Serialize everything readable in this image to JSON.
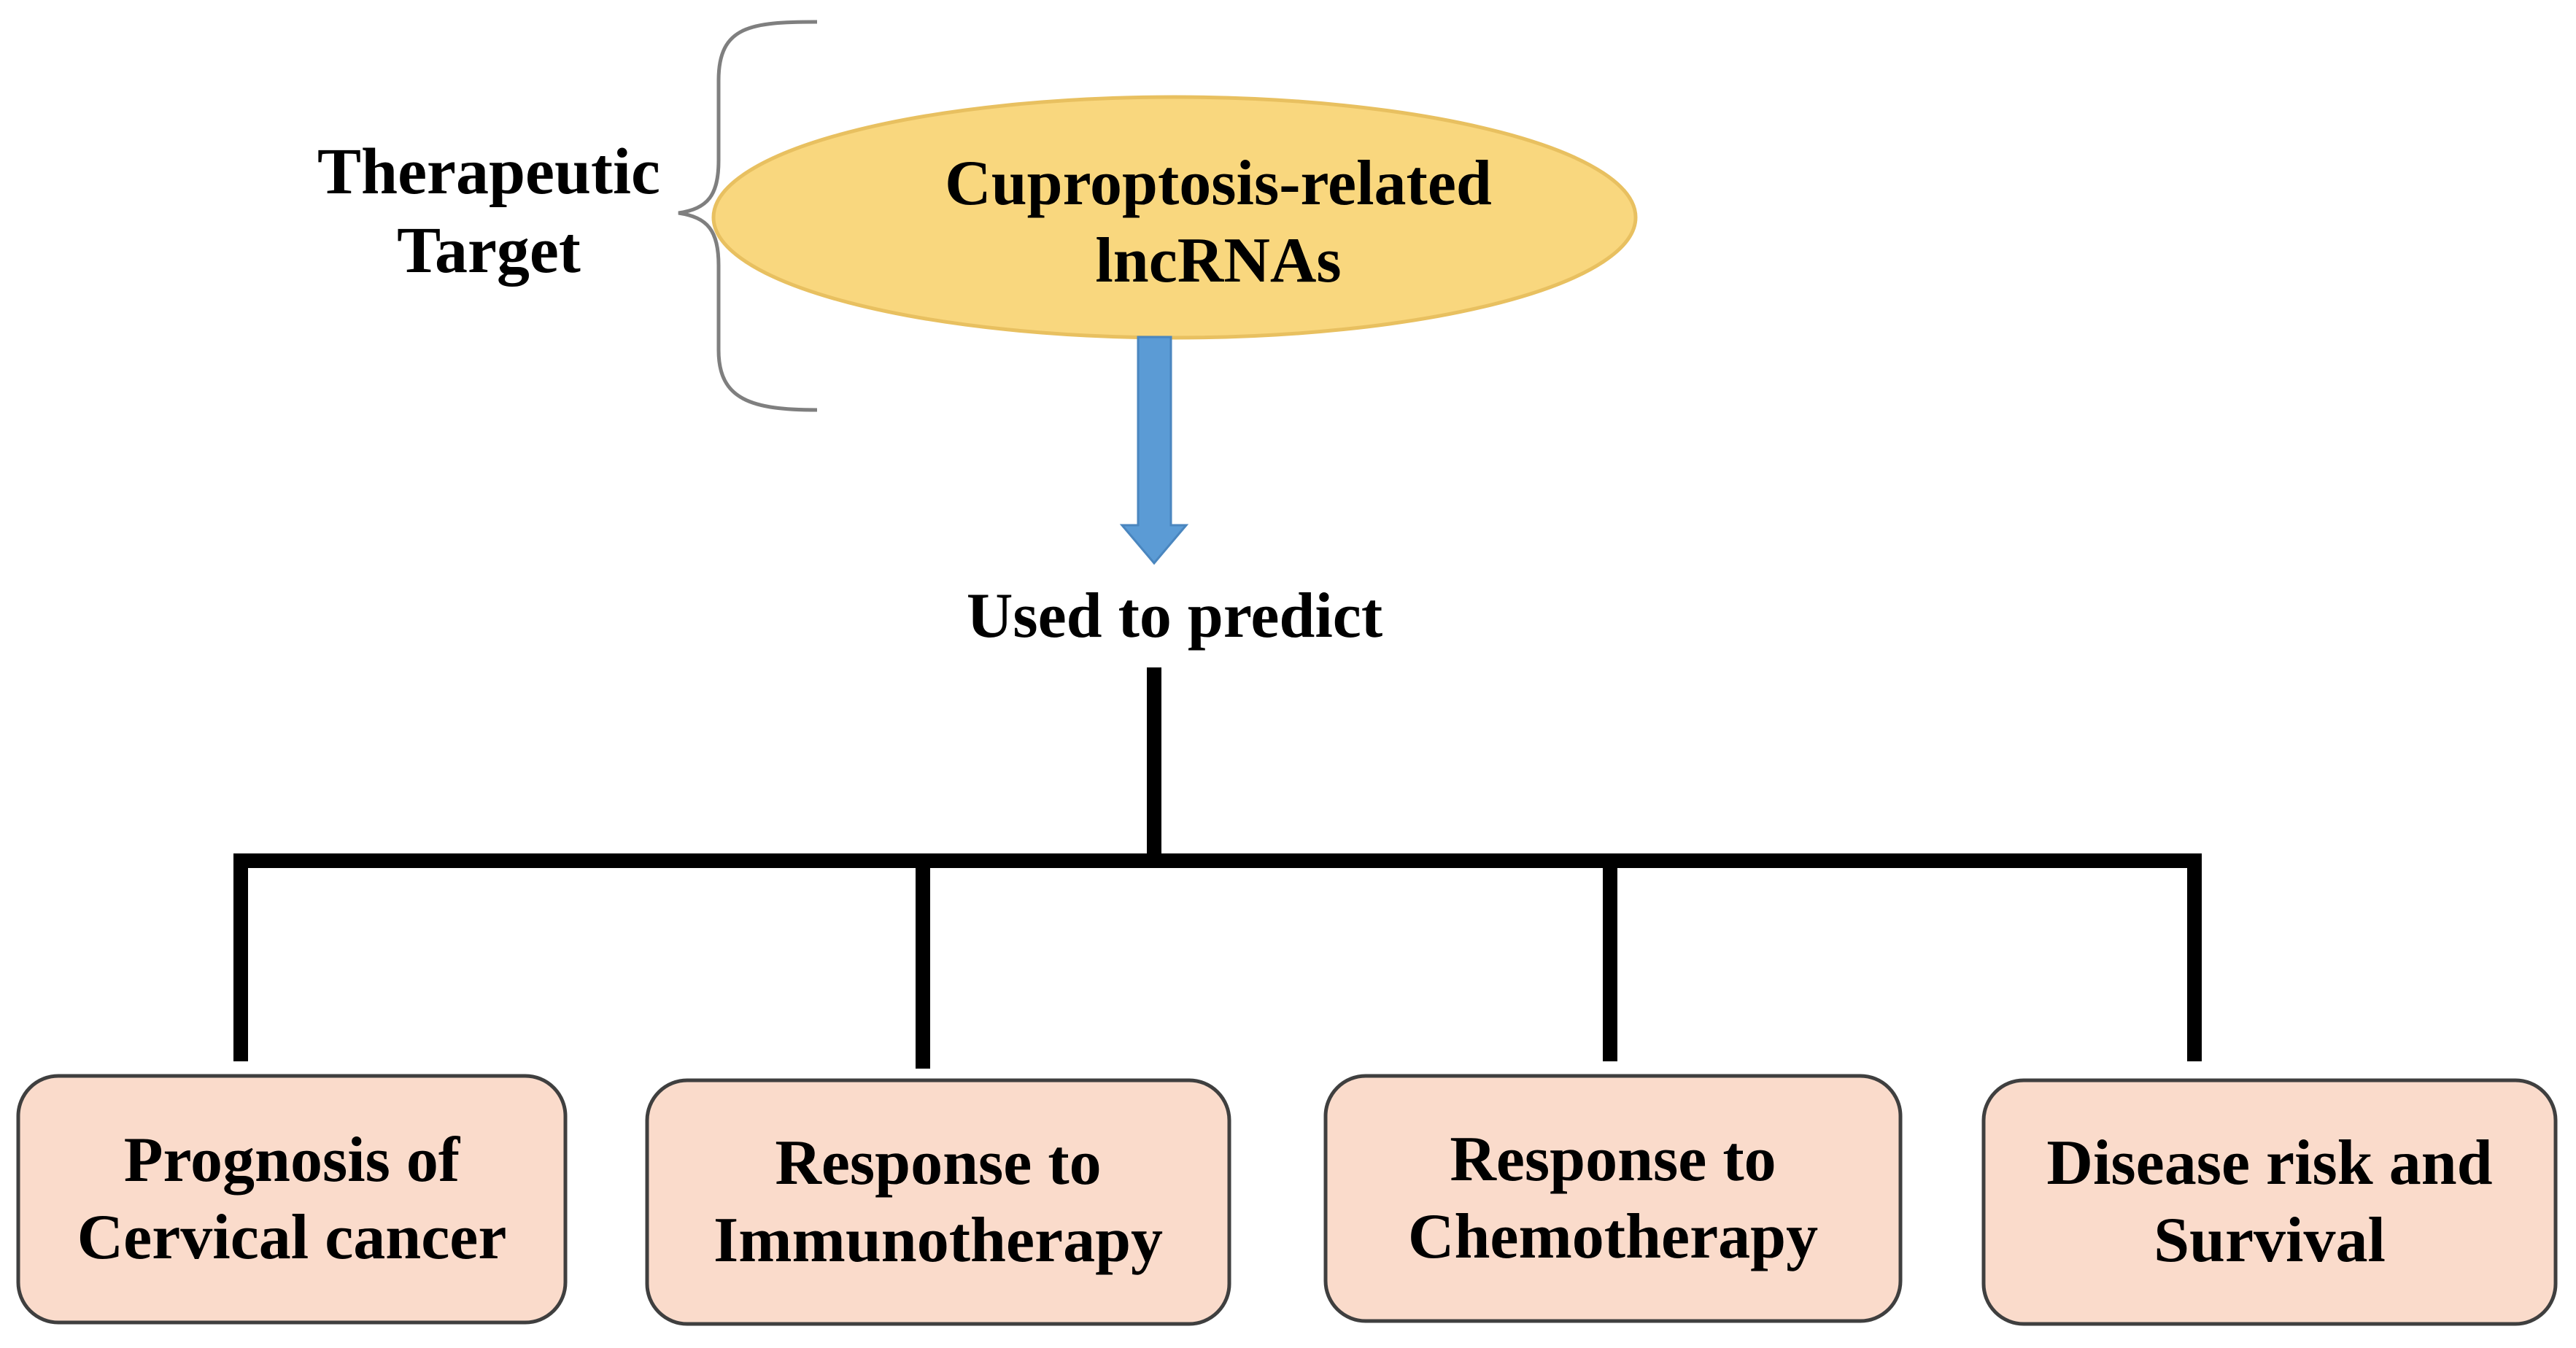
{
  "colors": {
    "ellipse_fill": "#F9D77E",
    "ellipse_stroke": "#E8C060",
    "box_fill": "#FADBCB",
    "box_stroke": "#3F3F3F",
    "arrow_fill": "#5B9BD5",
    "arrow_stroke": "#4A86BF",
    "connector": "#000000",
    "brace": "#7F7F7F"
  },
  "nodes": {
    "target_label": "Therapeutic\nTarget",
    "center": "Cuproptosis-related\nlncRNAs",
    "predict_label": "Used to predict"
  },
  "outcomes": [
    {
      "label": "Prognosis of\nCervical cancer"
    },
    {
      "label": "Response to\nImmunotherapy"
    },
    {
      "label": "Response to\nChemotherapy"
    },
    {
      "label": "Disease risk and\nSurvival"
    }
  ]
}
